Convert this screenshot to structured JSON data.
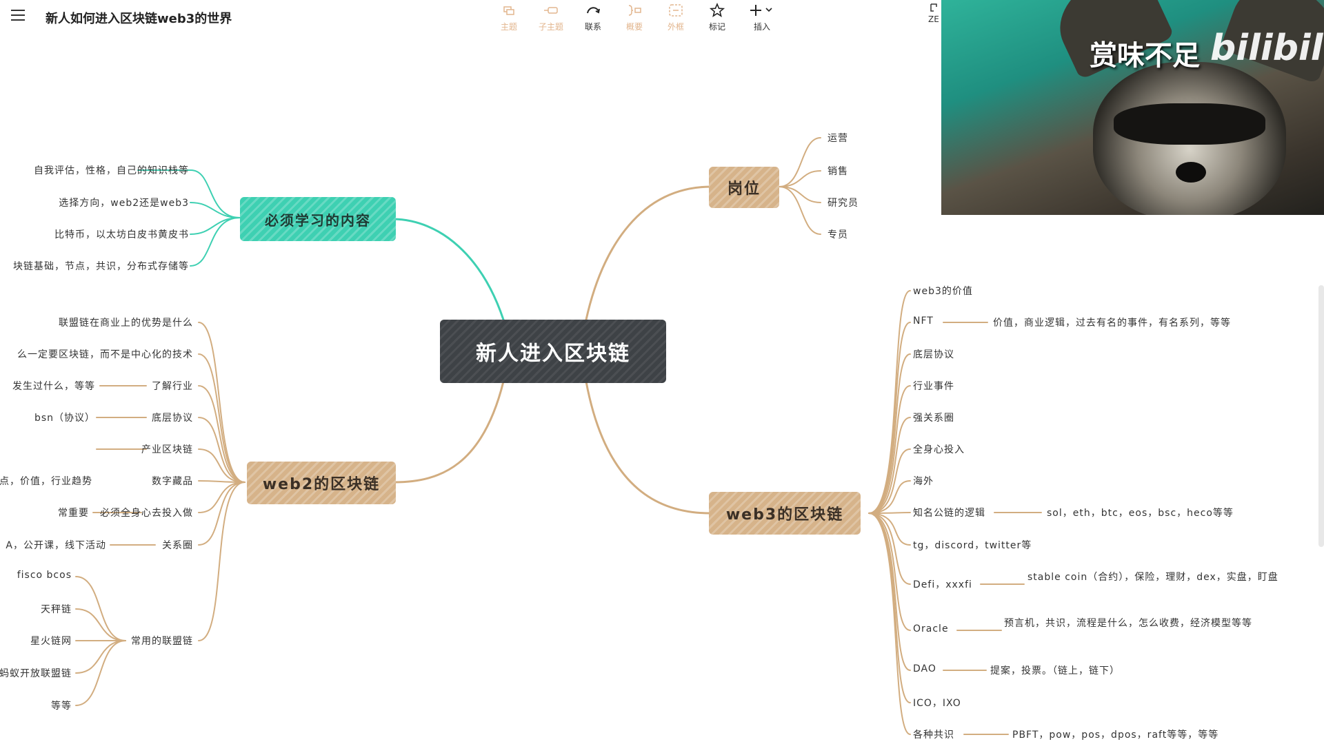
{
  "header": {
    "title": "新人如何进入区块链web3的世界",
    "tools": [
      {
        "label": "主题",
        "icon": "topic-icon",
        "enabled": false
      },
      {
        "label": "子主题",
        "icon": "subtopic-icon",
        "enabled": false
      },
      {
        "label": "联系",
        "icon": "relationship-icon",
        "enabled": true
      },
      {
        "label": "概要",
        "icon": "summary-icon",
        "enabled": false
      },
      {
        "label": "外框",
        "icon": "boundary-icon",
        "enabled": false
      },
      {
        "label": "标记",
        "icon": "star-icon",
        "enabled": true
      },
      {
        "label": "插入",
        "icon": "plus-icon",
        "enabled": true
      }
    ],
    "right_ctl_label": "ZE"
  },
  "video": {
    "caption": "赏味不足",
    "watermark": "bilibili"
  },
  "mindmap": {
    "root": "新人进入区块链",
    "must_learn": {
      "label": "必须学习的内容",
      "children": [
        "自我评估，性格，自己的知识栈等",
        "选择方向，web2还是web3",
        "比特币，以太坊白皮书黄皮书",
        "块链基础，节点，共识，分布式存储等"
      ]
    },
    "positions": {
      "label": "岗位",
      "children": [
        "运营",
        "销售",
        "研究员",
        "专员"
      ]
    },
    "web2": {
      "label": "web2的区块链",
      "children": [
        {
          "label": "联盟链在商业上的优势是什么",
          "detail": ""
        },
        {
          "label": "么一定要区块链，而不是中心化的技术",
          "detail": ""
        },
        {
          "label": "了解行业",
          "detail": "发生过什么，等等"
        },
        {
          "label": "底层协议",
          "detail": "bsn（协议）"
        },
        {
          "label": "产业区块链",
          "detail": ""
        },
        {
          "label": "数字藏品",
          "detail": "点，价值，行业趋势"
        },
        {
          "label": "必须全身心去投入做",
          "detail": "常重要"
        },
        {
          "label": "关系圈",
          "detail": "A，公开课，线下活动"
        },
        {
          "label": "常用的联盟链",
          "detail": ""
        }
      ],
      "alliance_chains": [
        "fisco bcos",
        "天秤链",
        "星火链网",
        "蚂蚁开放联盟链",
        "等等"
      ]
    },
    "web3": {
      "label": "web3的区块链",
      "children": [
        {
          "label": "web3的价值",
          "detail": ""
        },
        {
          "label": "NFT",
          "detail": "价值，商业逻辑，过去有名的事件，有名系列，等等"
        },
        {
          "label": "底层协议",
          "detail": ""
        },
        {
          "label": "行业事件",
          "detail": ""
        },
        {
          "label": "强关系圈",
          "detail": ""
        },
        {
          "label": "全身心投入",
          "detail": ""
        },
        {
          "label": "海外",
          "detail": ""
        },
        {
          "label": "知名公链的逻辑",
          "detail": "sol，eth，btc，eos，bsc，heco等等"
        },
        {
          "label": "tg，discord，twitter等",
          "detail": ""
        },
        {
          "label": "Defi，xxxfi",
          "detail": "stable coin（合约），保险，理财，dex，实盘，盯盘"
        },
        {
          "label": "Oracle",
          "detail": "预言机，共识，流程是什么，怎么收费，经济模型等等"
        },
        {
          "label": "DAO",
          "detail": "提案，投票。（链上，链下）"
        },
        {
          "label": "ICO，IXO",
          "detail": ""
        },
        {
          "label": "各种共识",
          "detail": "PBFT，pow，pos，dpos，raft等等，等等"
        }
      ]
    }
  },
  "colors": {
    "root_bg": "#3e4246",
    "tan_branch": "#d6b38a",
    "tan_line": "#d2ad80",
    "teal_branch": "#3ed0b2",
    "disabled_label": "#e2b58d"
  }
}
